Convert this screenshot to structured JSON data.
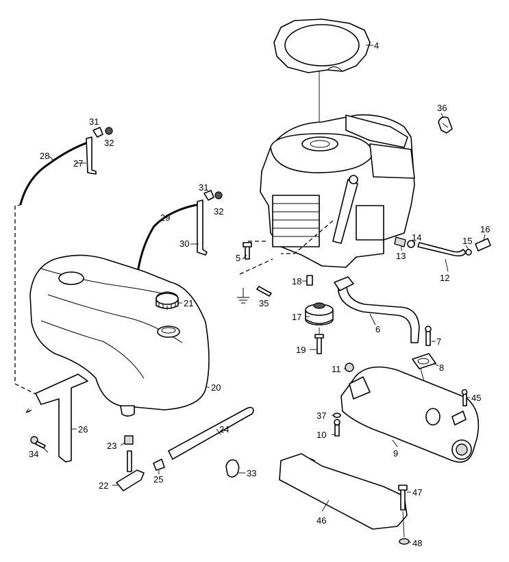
{
  "callouts": {
    "c4": "4",
    "c36": "36",
    "c31a": "31",
    "c32a": "32",
    "c28": "28",
    "c27": "27",
    "c31b": "31",
    "c32b": "32",
    "c29": "29",
    "c30": "30",
    "c5": "5",
    "c16": "16",
    "c14": "14",
    "c15": "15",
    "c13": "13",
    "c12": "12",
    "c18": "18",
    "c35": "35",
    "c21": "21",
    "c17": "17",
    "c6": "6",
    "c7": "7",
    "c19": "19",
    "c8": "8",
    "c11": "11",
    "c20": "20",
    "c45": "45",
    "c37": "37",
    "c26": "26",
    "c24": "24",
    "c10": "10",
    "c23": "23",
    "c9": "9",
    "c34": "34",
    "c33": "33",
    "c25": "25",
    "c22": "22",
    "c47": "47",
    "c46": "46",
    "c48": "48"
  }
}
